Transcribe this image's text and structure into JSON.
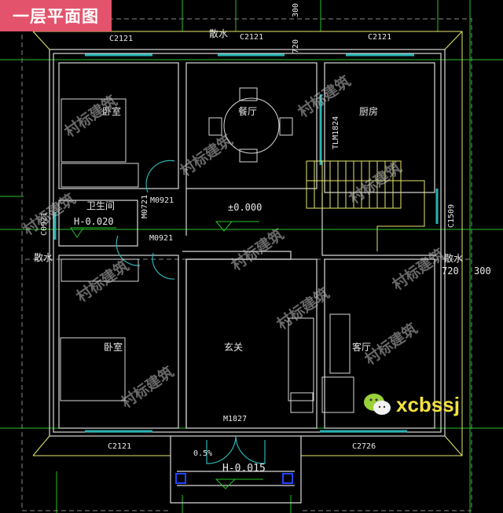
{
  "title": "一层平面图",
  "brand": {
    "handle": "xcbssj",
    "icon": "wechat-icon"
  },
  "watermark": "村标建筑",
  "colors": {
    "title_bg": "#e3536c",
    "wall": "#d8d8d8",
    "window": "#29b3b3",
    "grid": "#27c127",
    "outline": "#e6e86a",
    "stair": "#e6e86a",
    "brand": "#f3e23a"
  },
  "rooms": {
    "bedroom_top": "卧室",
    "dining": "餐厅",
    "kitchen": "厨房",
    "bathroom": "卫生间",
    "bedroom_bottom": "卧室",
    "foyer": "玄关",
    "living": "客厅"
  },
  "labels": {
    "win_top_left": "C2121",
    "win_top_mid": "C2121",
    "win_top_right": "C2121",
    "apron_top": "散水",
    "apron_left": "散水",
    "apron_right": "散水",
    "dim_720_top": "720",
    "dim_300_top": "300",
    "dim_720_right": "720",
    "dim_300_right": "300",
    "kitchen_door": "TLM1824",
    "bath_level": "H-0.020",
    "door_m0921_a": "M0921",
    "door_m0721": "M0721",
    "win_c0921": "C0921",
    "door_m0921_b": "M0921",
    "floor_level": "±0.000",
    "win_c1509": "C1509",
    "main_door": "M1827",
    "win_bottom_left": "C2121",
    "win_bottom_right": "C2726",
    "slope": "0.5%",
    "porch_level": "H-0.015"
  }
}
